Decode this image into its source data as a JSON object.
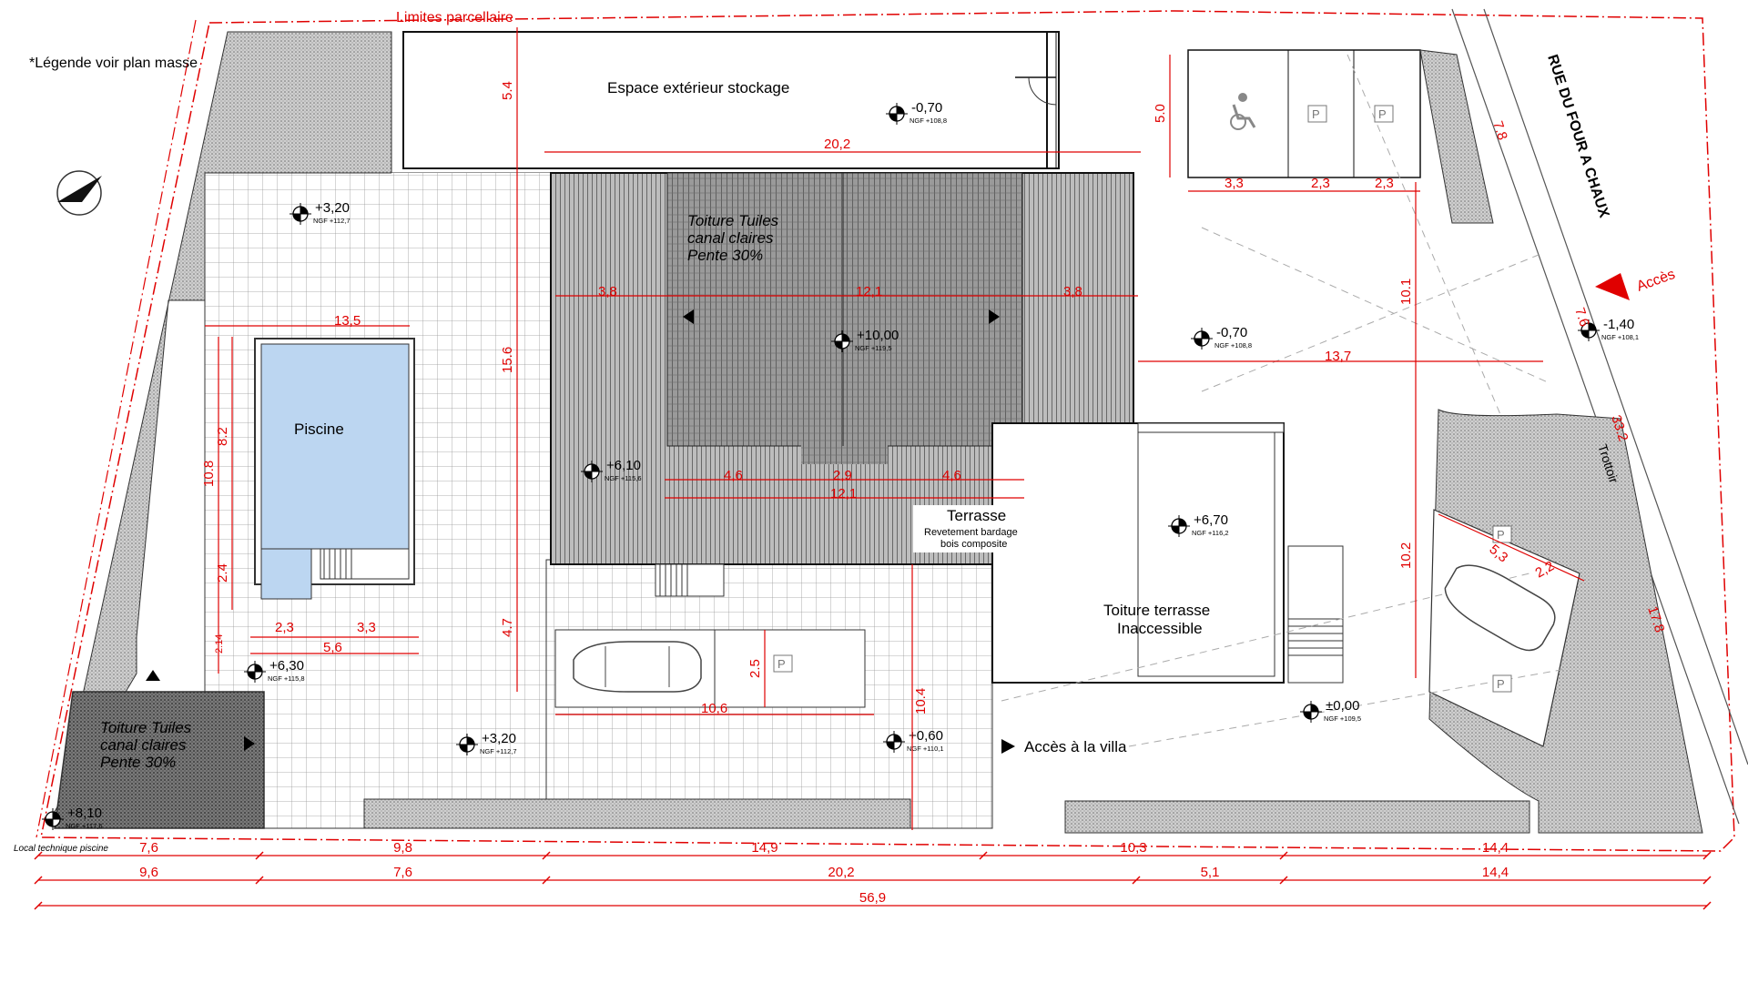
{
  "title": "Limites parcellaire",
  "legend_note": "*Légende voir plan masse",
  "street": "RUE DU FOUR A CHAUX",
  "acces": "Accès",
  "trottoir": "Trottoir",
  "areas": {
    "storage": "Espace extérieur stockage",
    "pool": "Piscine",
    "roof_main_1": "Toiture Tuiles",
    "roof_main_2": "canal claires",
    "roof_main_3": "Pente 30%",
    "roof_small_1": "Toiture Tuiles",
    "roof_small_2": "canal claires",
    "roof_small_3": "Pente 30%",
    "terrace": "Terrasse",
    "terrace_sub1": "Revetement bardage",
    "terrace_sub2": "bois composite",
    "flat_roof_1": "Toiture terrasse",
    "flat_roof_2": "Inaccessible",
    "villa_access": "Accès à la villa",
    "pool_tech": "Local technique piscine"
  },
  "levels": [
    {
      "id": "storage",
      "value": "-0,70",
      "ngf": "NGF +108,8"
    },
    {
      "id": "garden",
      "value": "+3,20",
      "ngf": "NGF +112,7"
    },
    {
      "id": "roof",
      "value": "+10,00",
      "ngf": "NGF +119,5"
    },
    {
      "id": "terrace6",
      "value": "+6,10",
      "ngf": "NGF +115,6"
    },
    {
      "id": "east",
      "value": "-0,70",
      "ngf": "NGF +108,8"
    },
    {
      "id": "street",
      "value": "-1,40",
      "ngf": "NGF +108,1"
    },
    {
      "id": "flat",
      "value": "+6,70",
      "ngf": "NGF +116,2"
    },
    {
      "id": "zero",
      "value": "±0,00",
      "ngf": "NGF +109,5"
    },
    {
      "id": "local",
      "value": "+6,30",
      "ngf": "NGF +115,8"
    },
    {
      "id": "lower",
      "value": "+3,20",
      "ngf": "NGF +112,7"
    },
    {
      "id": "entry",
      "value": "+0,60",
      "ngf": "NGF +110,1"
    },
    {
      "id": "corner",
      "value": "+8,10",
      "ngf": "NGF +117,6"
    }
  ],
  "dimensions": {
    "d_5_4": "5.4",
    "d_20_2_top": "20,2",
    "d_5_0": "5.0",
    "d_3_3_park": "3,3",
    "d_2_3_park_a": "2,3",
    "d_2_3_park_b": "2,3",
    "d_7_8": "7.8",
    "d_7_6_r": "7.6",
    "d_33_2": "33.2",
    "d_17_8": "17.8",
    "d_13_5": "13,5",
    "d_3_8_l": "3,8",
    "d_12_1_top": "12,1",
    "d_3_8_r": "3,8",
    "d_15_6": "15.6",
    "d_10_1": "10.1",
    "d_13_7": "13,7",
    "d_8_2": "8.2",
    "d_10_8": "10.8",
    "d_2_4": "2.4",
    "d_4_6_l": "4,6",
    "d_2_9": "2,9",
    "d_4_6_r": "4,6",
    "d_12_1_bot": "12,1",
    "d_10_2": "10.2",
    "d_5_3": "5,3",
    "d_2_2": "2,2",
    "d_2_3_pool": "2,3",
    "d_3_3_pool": "3,3",
    "d_5_6": "5,6",
    "d_2_14": "2.14",
    "d_4_7": "4.7",
    "d_2_5": "2.5",
    "d_10_6": "10,6",
    "d_10_4": "10.4",
    "row1": [
      "7,6",
      "9,8",
      "14,9",
      "10,3",
      "14,4"
    ],
    "row2": [
      "9,6",
      "7,6",
      "20,2",
      "5,1",
      "14,4"
    ],
    "row3": [
      "56,9"
    ]
  },
  "parking_symbol": "P"
}
